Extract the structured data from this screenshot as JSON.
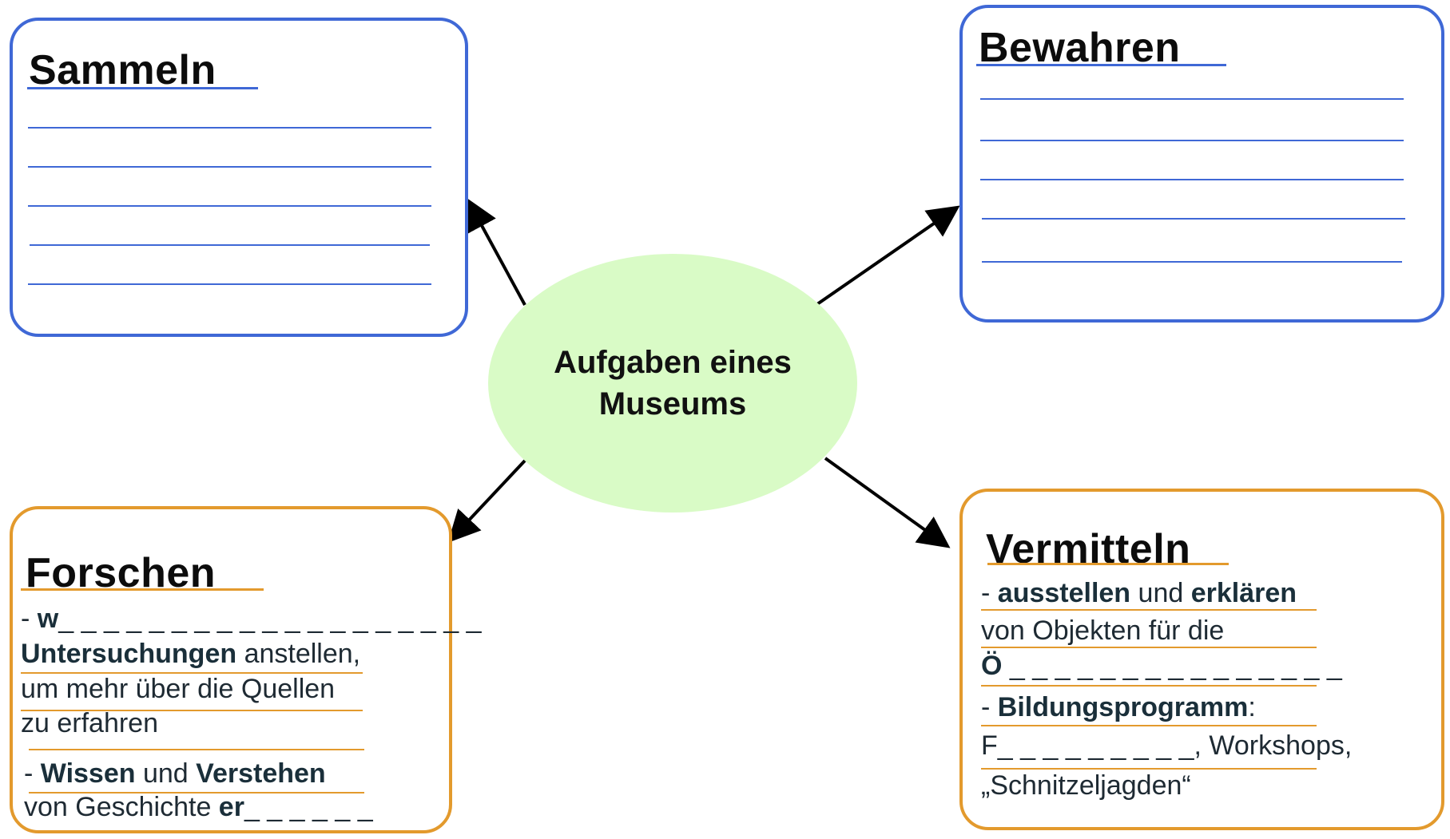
{
  "center": {
    "line1": "Aufgaben eines",
    "line2": "Museums",
    "fill": "#d9fbc6"
  },
  "colors": {
    "blue": "#3f68d6",
    "orange": "#e39a2d"
  },
  "sammeln": {
    "title": "Sammeln"
  },
  "bewahren": {
    "title": "Bewahren"
  },
  "forschen": {
    "title": "Forschen",
    "l1_prefix": "- ",
    "l1_bold": "w",
    "l1_blanks": "_ _ _ _ _ _ _ _ _ _ _ _ _ _ _ _ _ _ _",
    "l2_bold": "Untersuchungen",
    "l2_rest": " anstellen,",
    "l3": "um mehr über die Quellen",
    "l4": " zu erfahren",
    "l5_prefix": "- ",
    "l5_bold1": "Wissen",
    "l5_mid": " und ",
    "l5_bold2": "Verstehen",
    "l6_text": "von Geschichte ",
    "l6_bold": "er",
    "l6_blanks": "_ _ _ _ _ _"
  },
  "vermitteln": {
    "title": "Vermitteln",
    "l1_prefix": "- ",
    "l1_bold1": "ausstellen",
    "l1_mid": " und ",
    "l1_bold2": "erklären",
    "l2": "von Objekten für die",
    "l3_bold": "Ö",
    "l3_blanks": " _ _ _ _ _ _ _ _ _ _ _ _ _ _ _",
    "l4_prefix": "- ",
    "l4_bold": "Bildungsprogramm",
    "l4_rest": ":",
    "l5": "F_ _ _ _ _ _ _ _ _, Workshops,",
    "l6": "„Schnitzeljagden“"
  }
}
